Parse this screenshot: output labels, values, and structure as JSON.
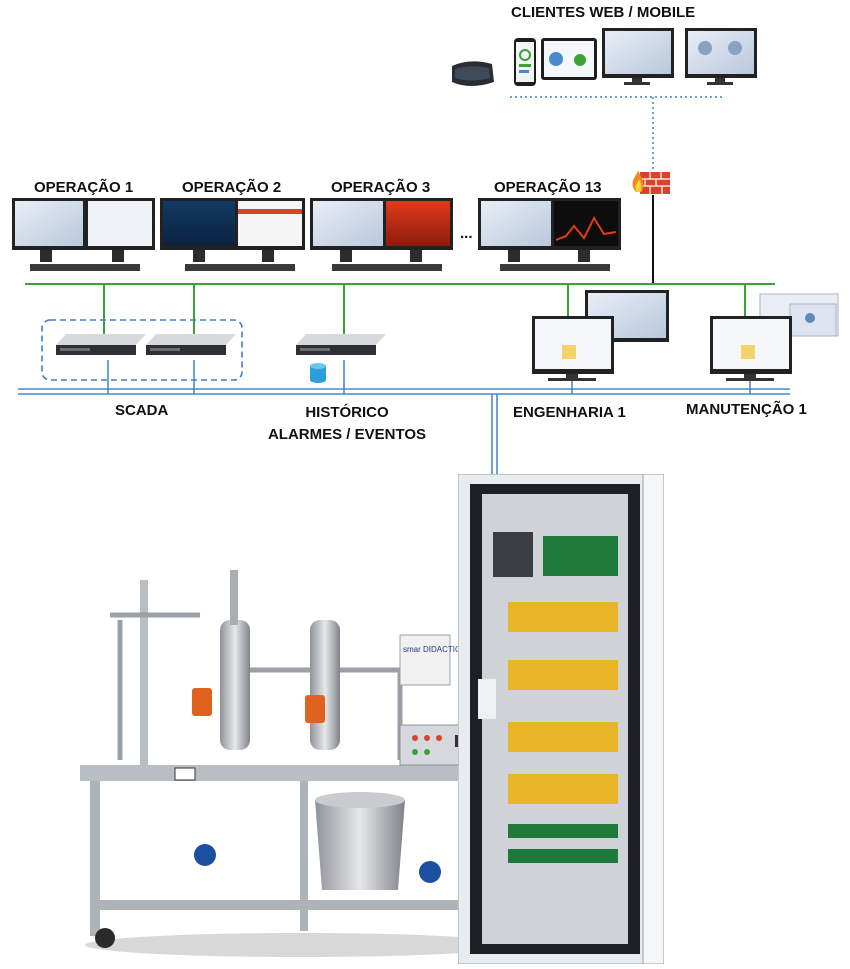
{
  "clients": {
    "label": "CLIENTES WEB / MOBILE"
  },
  "operations": [
    {
      "label": "OPERAÇÃO 1"
    },
    {
      "label": "OPERAÇÃO 2"
    },
    {
      "label": "OPERAÇÃO 3"
    },
    {
      "label": "OPERAÇÃO 13"
    }
  ],
  "ellipsis": "...",
  "servers": {
    "scada_label": "SCADA",
    "historian_line1": "HISTÓRICO",
    "historian_line2": "ALARMES / EVENTOS"
  },
  "stations": {
    "engineering": "ENGENHARIA 1",
    "maintenance": "MANUTENÇÃO 1"
  },
  "panel_brand": "smar DIDACTIC",
  "colors": {
    "ops_network": "#3aa335",
    "server_network": "#4a88d0",
    "wan_dotted": "#6a9fd8",
    "firewall": "#d9432b"
  },
  "icons": [
    "vr-headset-icon",
    "tablet-icon",
    "phone-icon",
    "monitor-icon",
    "server-icon",
    "database-icon",
    "firewall-icon",
    "control-cabinet-icon",
    "process-plant-icon"
  ]
}
